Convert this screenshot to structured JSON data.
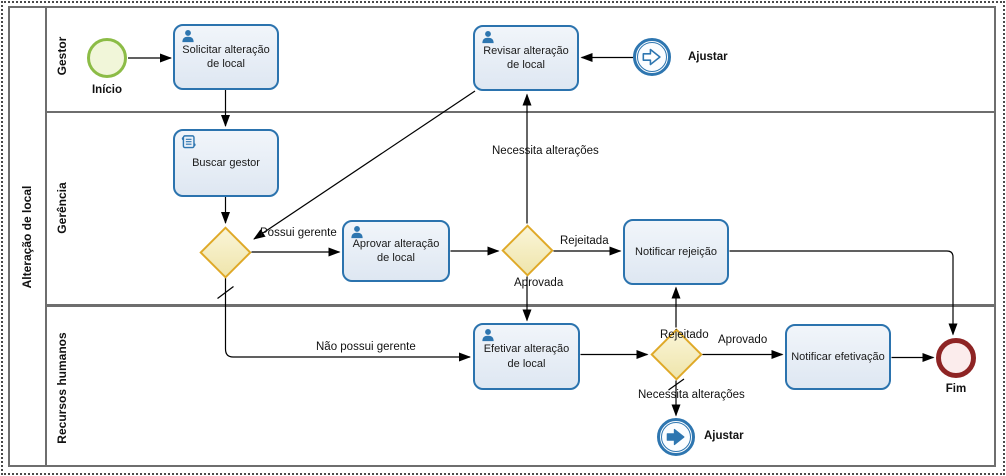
{
  "pool": {
    "label": "Alteração de local"
  },
  "lanes": [
    {
      "label": "Gestor"
    },
    {
      "label": "Gerência"
    },
    {
      "label": "Recursos humanos"
    }
  ],
  "nodes": {
    "start_event": {
      "label": "Início"
    },
    "task_solicitar": {
      "label": "Solicitar alteração de local"
    },
    "task_revisar": {
      "label": "Revisar alteração de local"
    },
    "event_ajustar_catch": {
      "label": "Ajustar"
    },
    "task_buscar": {
      "label": "Buscar gestor"
    },
    "task_aprovar": {
      "label": "Aprovar alteração de local"
    },
    "task_notificar_rejeicao": {
      "label": "Notificar rejeição"
    },
    "task_efetivar": {
      "label": "Efetivar alteração de local"
    },
    "task_notificar_efetivacao": {
      "label": "Notificar efetivação"
    },
    "event_ajustar_throw": {
      "label": "Ajustar"
    },
    "end_event": {
      "label": "Fim"
    }
  },
  "edge_labels": {
    "possui_gerente": "Possui gerente",
    "nao_possui_gerente": "Não possui gerente",
    "necessita_alteracoes_sup": "Necessita alterações",
    "rejeitada": "Rejeitada",
    "aprovada": "Aprovada",
    "rejeitado": "Rejeitado",
    "aprovado": "Aprovado",
    "necessita_alteracoes_inf": "Necessita alterações"
  },
  "colors": {
    "task_border": "#2B73AE",
    "task_fill": "#E9EFF7",
    "gateway_border": "#DFA927",
    "gateway_fill": "#F4ECBC",
    "start_border": "#8CBC46",
    "start_fill": "#F1F6D9",
    "end_border": "#8E2424",
    "end_fill": "#FBECEC",
    "link_event_border": "#2E76B0",
    "lane_border": "#6E6E6E",
    "connector": "#000000"
  }
}
